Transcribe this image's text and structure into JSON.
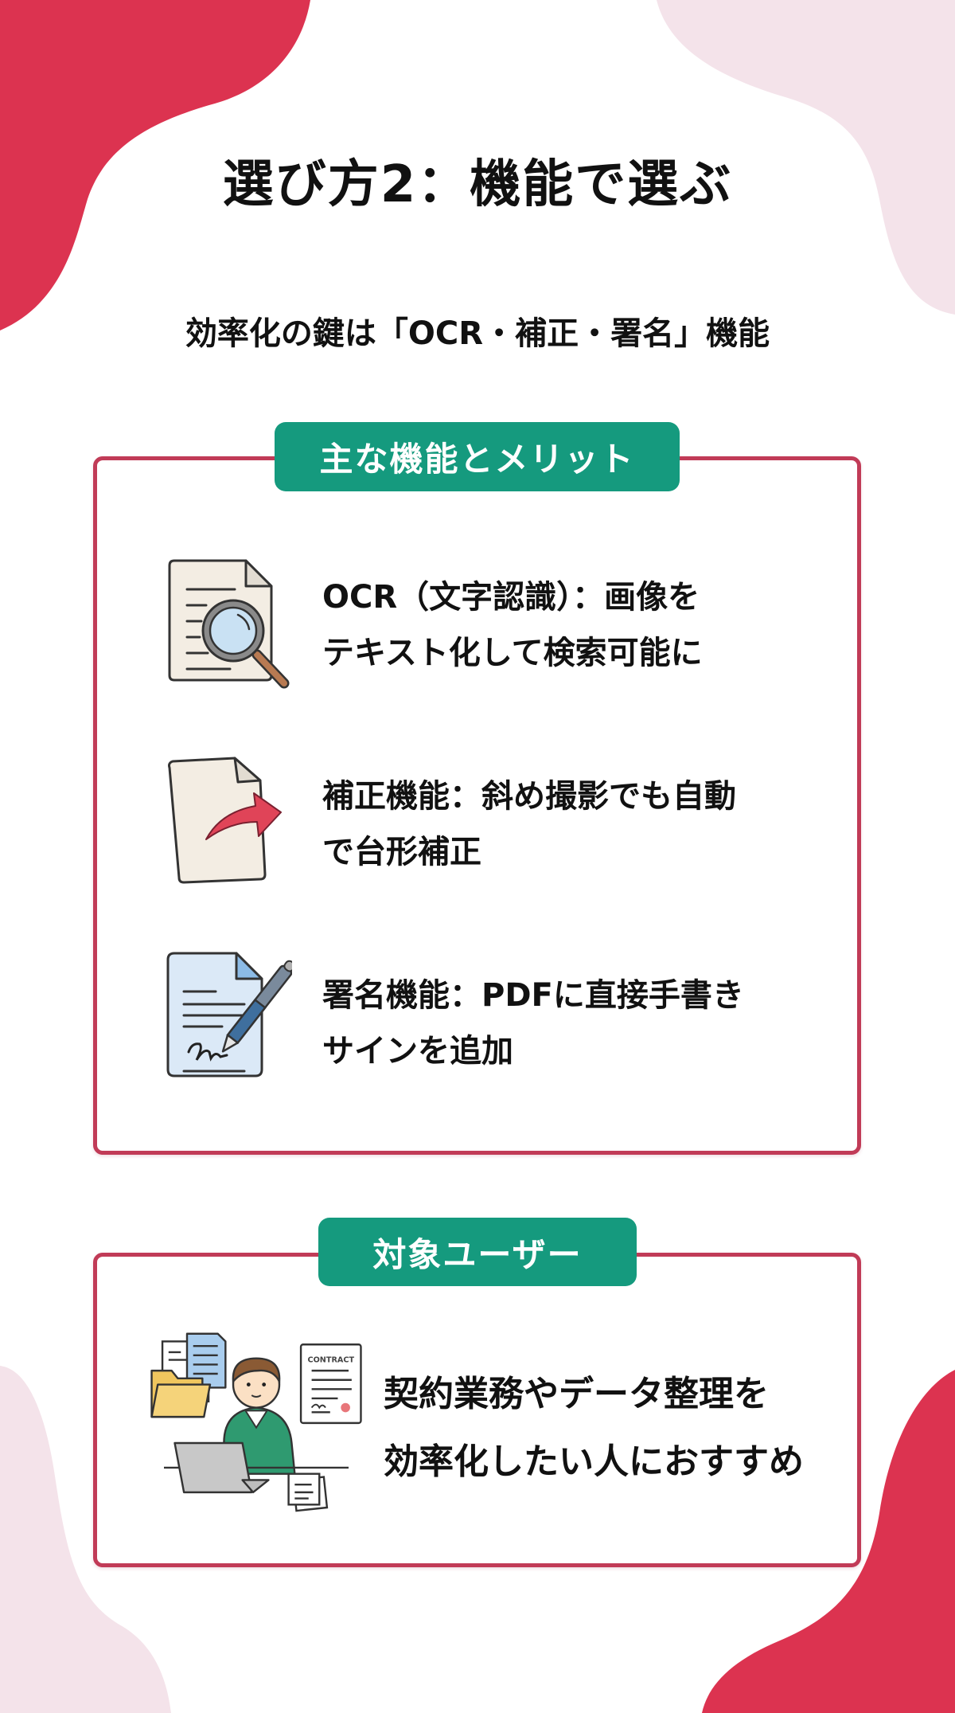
{
  "header": {
    "title": "選び方2：機能で選ぶ",
    "subtitle": "効率化の鍵は「OCR・補正・署名」機能"
  },
  "features_section": {
    "badge_label": "主な機能とメリット",
    "items": [
      {
        "icon": "document-magnifier-icon",
        "line1": "OCR（文字認識）：画像を",
        "line2": "テキスト化して検索可能に"
      },
      {
        "icon": "document-correction-arrow-icon",
        "line1": "補正機能：斜め撮影でも自動",
        "line2": "で台形補正"
      },
      {
        "icon": "document-signature-pen-icon",
        "line1": "署名機能：PDFに直接手書き",
        "line2": "サインを追加"
      }
    ]
  },
  "target_section": {
    "badge_label": "対象ユーザー",
    "illustration": "office-worker-with-laptop-and-contract",
    "contract_label": "CONTRACT",
    "line1": "契約業務やデータ整理を",
    "line2": "効率化したい人におすすめ"
  },
  "colors": {
    "accent_red": "#dc3350",
    "light_pink": "#f4e3ea",
    "card_border": "#c13b57",
    "badge_green": "#159a7e",
    "text": "#111111"
  }
}
